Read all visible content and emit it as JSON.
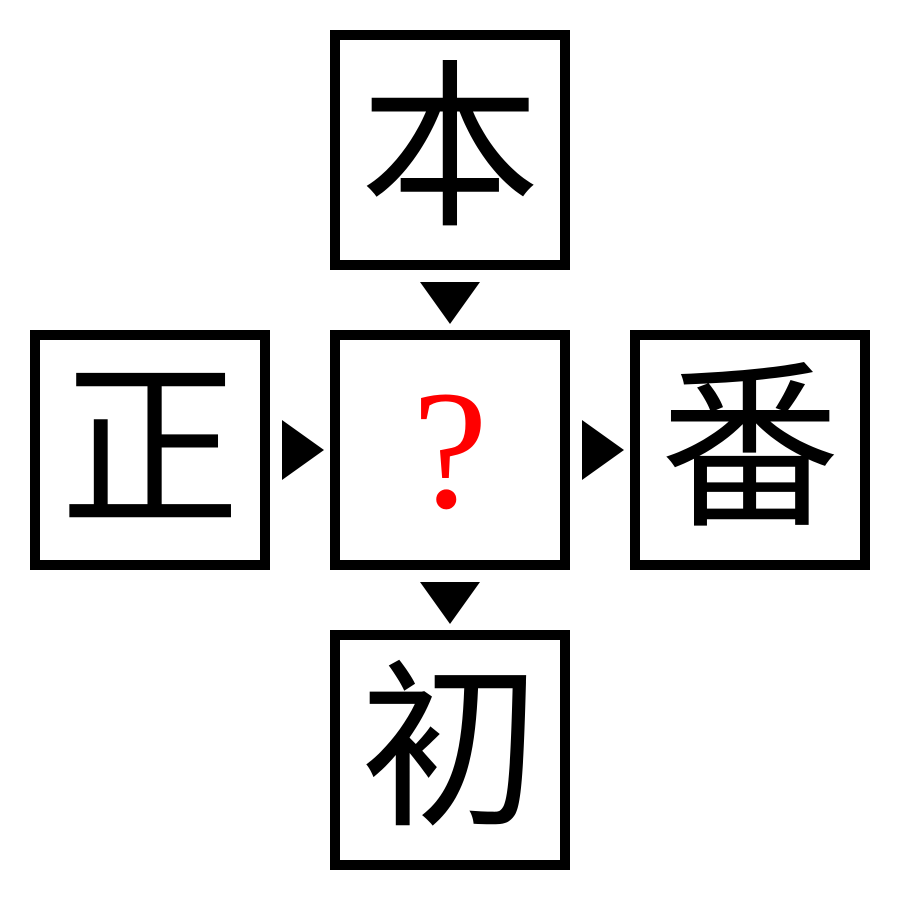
{
  "puzzle": {
    "top": "本",
    "left": "正",
    "center": "?",
    "right": "番",
    "bottom": "初"
  },
  "colors": {
    "question_mark": "#ff0000",
    "border": "#000000",
    "text": "#000000",
    "background": "#ffffff"
  },
  "icons": {
    "arrow_top_to_center": "arrow-down-icon",
    "arrow_center_to_bottom": "arrow-down-icon",
    "arrow_left_to_center": "arrow-right-icon",
    "arrow_center_to_right": "arrow-right-icon"
  }
}
